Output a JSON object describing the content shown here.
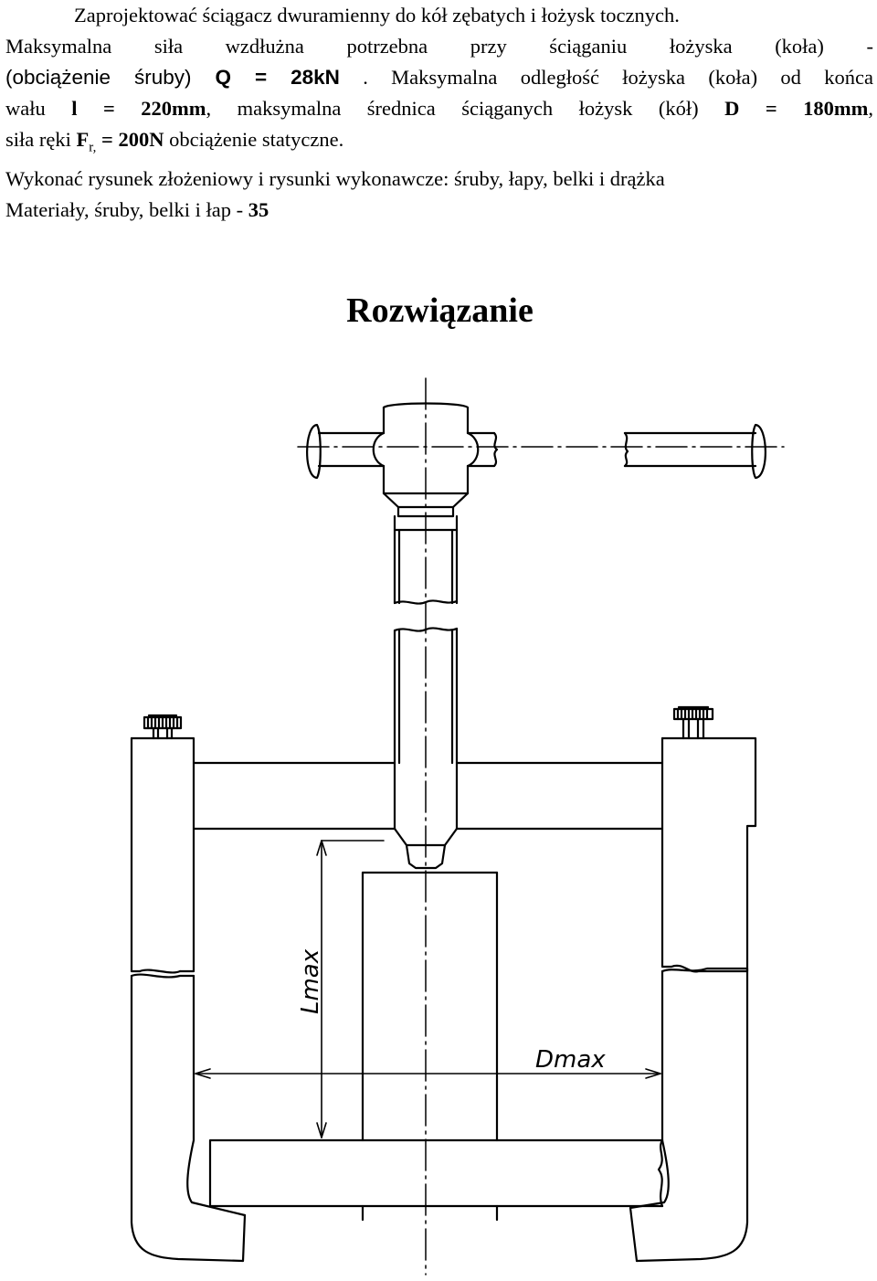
{
  "task": {
    "line1": "Zaprojektować ściągacz dwuramienny do kół zębatych i łożysk tocznych.",
    "line2": "Maksymalna siła wzdłużna potrzebna przy ściąganiu łożyska (koła) -",
    "line3_a": "(obciążenie śruby) ",
    "line3_b": "Q = 28kN",
    "line3_c": " . Maksymalna odległość łożyska (koła) od końca",
    "line4_a": "wału ",
    "line4_b": "l = 220mm",
    "line4_c": ", maksymalna średnica ściąganych łożysk (kół) ",
    "line4_d": "D = 180mm",
    "line4_e": ",",
    "line5_a": "siła ręki ",
    "line5_b": "F",
    "line5_sub": "r,",
    "line5_c": " = 200N",
    "line5_d": " obciążenie statyczne.",
    "line6": "Wykonać rysunek złożeniowy i rysunki wykonawcze: śruby, łapy, belki i drążka",
    "line7_a": "Materiały, śruby, belki i łap - ",
    "line7_b": "35"
  },
  "heading": "Rozwiązanie",
  "drawing": {
    "dim_l": "Lmax",
    "dim_d": "Dmax"
  }
}
